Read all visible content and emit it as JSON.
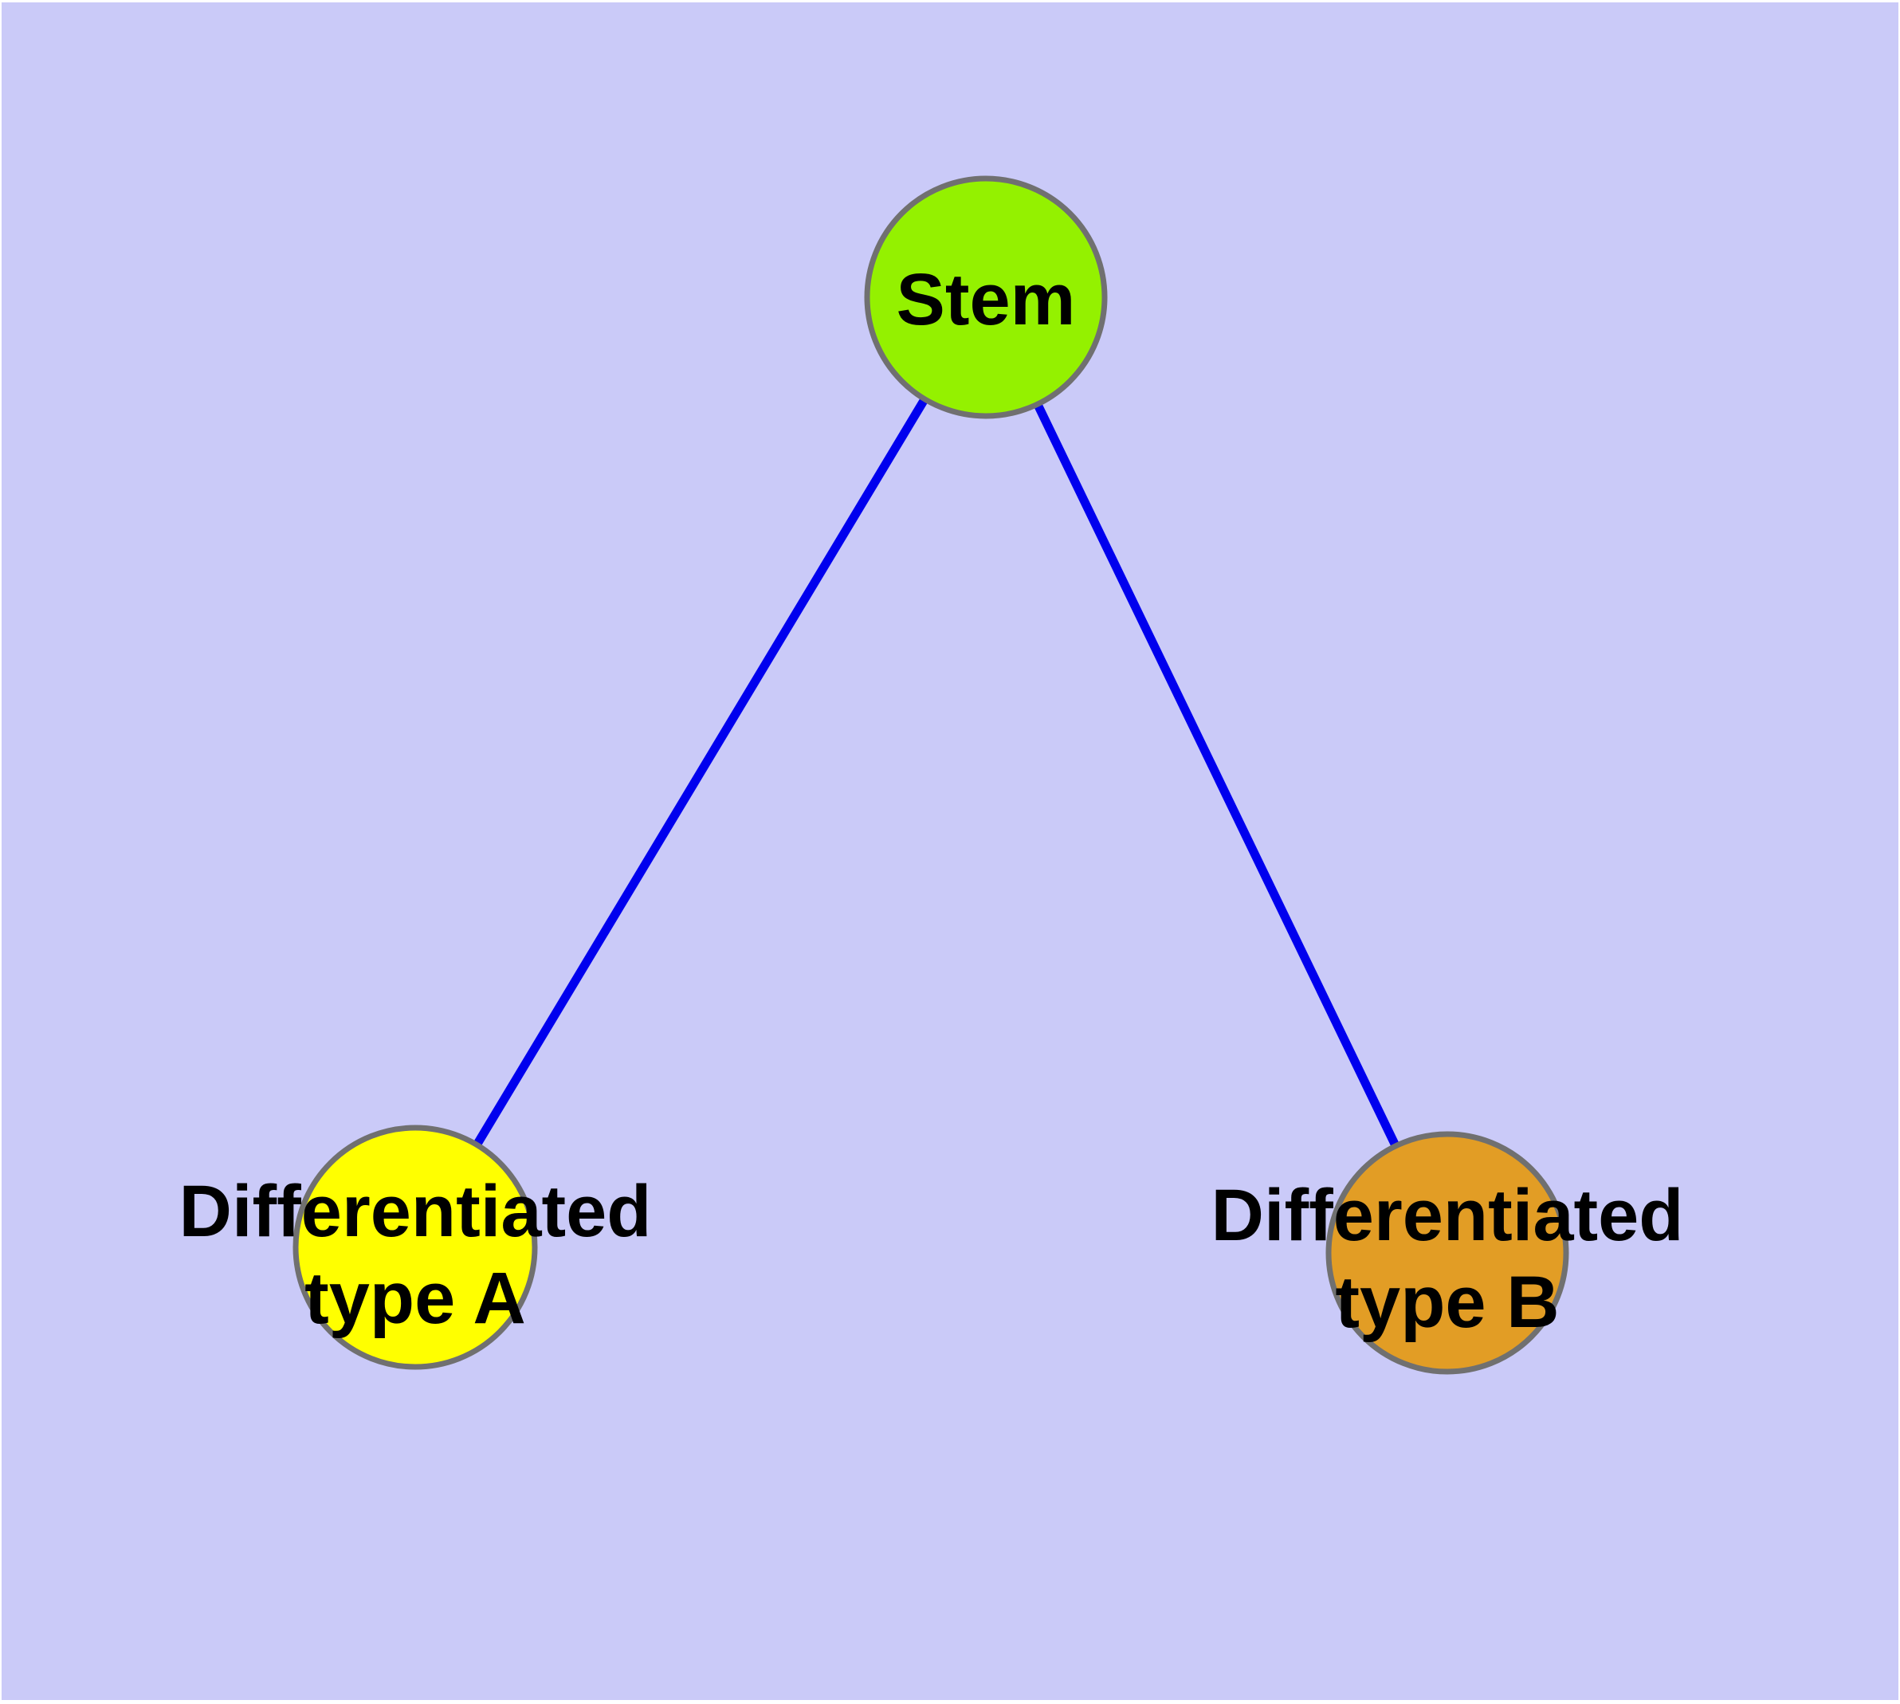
{
  "diagram": {
    "background_color": "#cacaf8",
    "node_border_color": "#707070",
    "edge_color": "#0000ee",
    "label_color": "#000000",
    "nodes": [
      {
        "id": "stem",
        "lines": [
          "Stem"
        ],
        "fill": "#94f100"
      },
      {
        "id": "differentiated-type-a",
        "lines": [
          "Differentiated",
          "type A"
        ],
        "fill": "#ffff00"
      },
      {
        "id": "differentiated-type-b",
        "lines": [
          "Differentiated",
          "type B"
        ],
        "fill": "#e29d25"
      }
    ],
    "edges": [
      {
        "from": "stem",
        "to": "differentiated-type-a"
      },
      {
        "from": "stem",
        "to": "differentiated-type-b"
      }
    ]
  }
}
